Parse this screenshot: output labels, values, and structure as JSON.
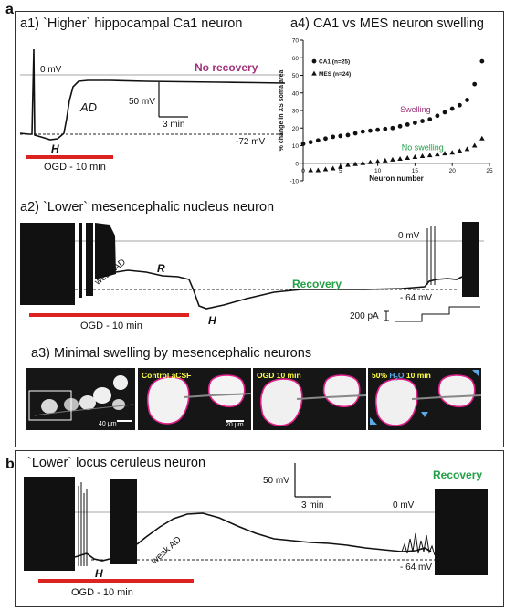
{
  "colors": {
    "no_recovery": "#a0307a",
    "recovery": "#22a046",
    "swelling": "#a0307a",
    "no_swelling": "#22a046",
    "ogd_bar": "#dd2222",
    "cell_outline": "#e0208a",
    "micro_label": "#ffff44",
    "water_label": "#5aa8e6",
    "arrow": "#5aa8e6"
  },
  "panel_a": {
    "letter": "a",
    "a1": {
      "title": "a1)  `Higher` hippocampal Ca1 neuron",
      "zero_mv": "0 mV",
      "no_recovery": "No recovery",
      "ad": "AD",
      "h": "H",
      "minus72": "-72 mV",
      "scale_mv": "50 mV",
      "scale_min": "3 min",
      "ogd": "OGD - 10 min"
    },
    "a2": {
      "title": "a2)  `Lower` mesencephalic nucleus neuron",
      "zero_mv": "0 mV",
      "r": "R",
      "weak_ad": "weak AD",
      "recovery": "Recovery",
      "minus64": "- 64 mV",
      "h": "H",
      "ogd": "OGD - 10 min",
      "pa": "200 pA"
    },
    "a3": {
      "title": "a3)  Minimal swelling by mesencephalic neurons",
      "scale1": "40 µm",
      "label2": "Control aCSF",
      "scale2": "20 µm",
      "label3": "OGD 10 min",
      "label4_a": "50%",
      "label4_b": "H",
      "label4_sub": "2",
      "label4_c": "O",
      "label4_d": "10 min"
    },
    "a4": {
      "title": "a4)  CA1 vs MES neuron swelling",
      "swelling": "Swelling",
      "no_swelling": "No swelling"
    }
  },
  "panel_b": {
    "letter": "b",
    "title": "`Lower` locus ceruleus neuron",
    "scale_mv": "50 mV",
    "scale_min": "3 min",
    "recovery": "Recovery",
    "zero_mv": "0 mV",
    "weak_ad": "weak AD",
    "h": "H",
    "minus64": "- 64 mV",
    "ogd": "OGD - 10 min"
  },
  "chart_data": {
    "type": "scatter",
    "title": "a4)  CA1 vs MES neuron swelling",
    "xlabel": "Neuron number",
    "ylabel": "% change in XS soma area",
    "xlim": [
      0,
      25
    ],
    "ylim": [
      -10,
      70
    ],
    "xticks": [
      0,
      5,
      10,
      15,
      20,
      25
    ],
    "yticks": [
      -10,
      0,
      10,
      20,
      30,
      40,
      50,
      60,
      70
    ],
    "legend_position": "top-left",
    "series": [
      {
        "name": "CA1 (n=25)",
        "marker": "circle",
        "x": [
          0,
          1,
          2,
          3,
          4,
          5,
          6,
          7,
          8,
          9,
          10,
          11,
          12,
          13,
          14,
          15,
          16,
          17,
          18,
          19,
          20,
          21,
          22,
          23,
          24
        ],
        "y": [
          11,
          12,
          13,
          14,
          15,
          15.5,
          16,
          17,
          18,
          18.5,
          19,
          19.5,
          20,
          21,
          22,
          23,
          24,
          25,
          27,
          29,
          31,
          33,
          36,
          45,
          58
        ]
      },
      {
        "name": "MES (n=24)",
        "marker": "triangle",
        "x": [
          1,
          2,
          3,
          4,
          5,
          6,
          7,
          8,
          9,
          10,
          11,
          12,
          13,
          14,
          15,
          16,
          17,
          18,
          19,
          20,
          21,
          22,
          23,
          24
        ],
        "y": [
          -4,
          -4,
          -3.5,
          -3,
          -2,
          -1,
          -0.5,
          0,
          0.5,
          1,
          1.5,
          2,
          2.5,
          3,
          3.5,
          4,
          4.5,
          5,
          5.5,
          6,
          7,
          8,
          10,
          14
        ]
      }
    ]
  }
}
